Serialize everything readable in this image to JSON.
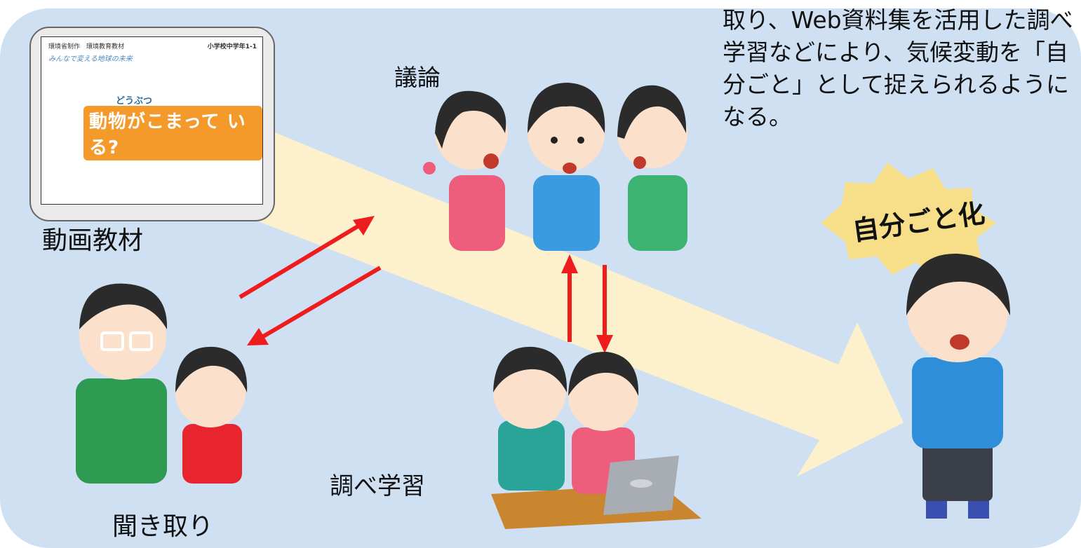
{
  "intro_text": "取り、Web資料集を活用した調べ学習などにより、気候変動を「自分ごと」として捉えられるようになる。",
  "video_thumbnail": {
    "top_left": "環境省制作　環境教育教材",
    "top_right": "小学校中学年1-1",
    "series": "みんなで変える地球の未来",
    "title_kana": "どうぶつ",
    "title": "動物がこまって いる?"
  },
  "labels": {
    "video": "動画教材",
    "discussion": "議論",
    "interview": "聞き取り",
    "research": "調べ学習",
    "goal": "自分ごと化"
  },
  "colors": {
    "background_panel": "#cfe0f3",
    "big_arrow": "#fdf0cc",
    "red_arrows": "#ee1c1c",
    "goal_burst": "#f7df8a"
  },
  "icons": [
    "video-thumbnail",
    "discussion-kids",
    "teacher-and-girl",
    "kids-at-laptop",
    "determined-boy"
  ]
}
